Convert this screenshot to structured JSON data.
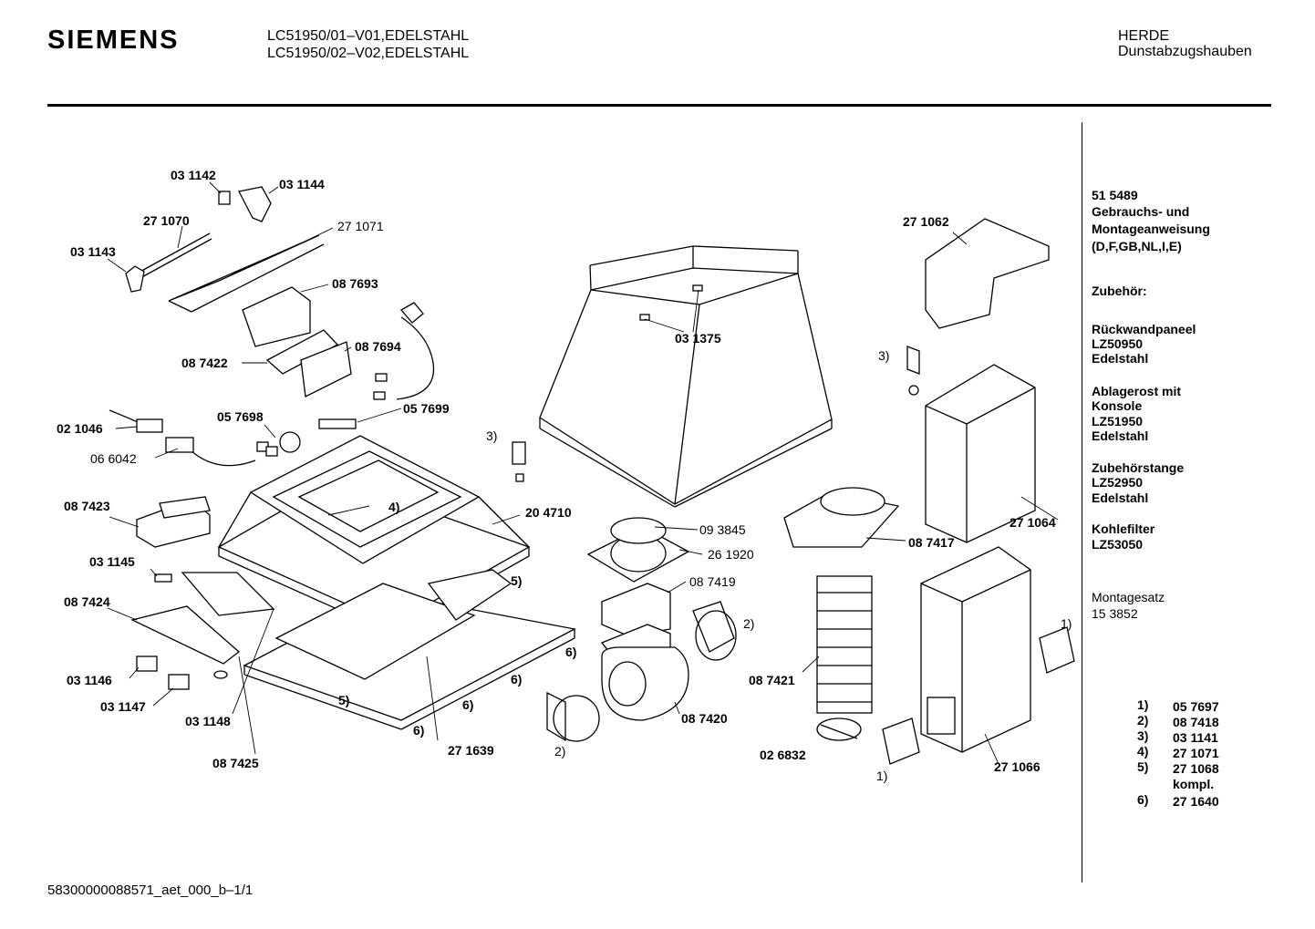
{
  "header": {
    "brand": "SIEMENS",
    "model_lines": [
      "LC51950/01–V01,EDELSTAHL",
      "LC51950/02–V02,EDELSTAHL"
    ],
    "category": "HERDE",
    "subcategory": "Dunstabzugshauben"
  },
  "sidebar": {
    "manual_number": "51 5489",
    "manual_title": [
      "Gebrauchs- und",
      "Montageanweisung"
    ],
    "manual_languages": "(D,F,GB,NL,I,E)",
    "accessories_heading": "Zubehör:",
    "accessories": [
      [
        "Rückwandpaneel",
        "LZ50950",
        "Edelstahl"
      ],
      [
        "Ablagerost mit",
        "Konsole",
        "LZ51950",
        "Edelstahl"
      ],
      [
        "Zubehörstange",
        "LZ52950",
        "Edelstahl"
      ],
      [
        "Kohlefilter",
        "LZ53050"
      ]
    ],
    "mounting_kit": [
      "Montagesatz",
      "15 3852"
    ],
    "legend": [
      {
        "n": "1)",
        "v": "05 7697"
      },
      {
        "n": "2)",
        "v": "08 7418"
      },
      {
        "n": "3)",
        "v": "03 1141"
      },
      {
        "n": "4)",
        "v": "27 1071"
      },
      {
        "n": "5)",
        "v": "27 1068"
      },
      {
        "n": "",
        "v": "kompl."
      },
      {
        "n": "6)",
        "v": "27 1640"
      }
    ]
  },
  "diagram_labels": {
    "l01": "03 1142",
    "l02": "03 1144",
    "l03": "27 1070",
    "l04": "27 1071",
    "l05": "03 1143",
    "l06": "08 7693",
    "l07": "08 7694",
    "l08": "08 7422",
    "l09": "05 7699",
    "l10": "02 1046",
    "l11": "05 7698",
    "l12": "06 6042",
    "l13": "08 7423",
    "l14": "4)",
    "l15": "20 4710",
    "l16": "3)",
    "l17": "03 1145",
    "l18": "08 7424",
    "l19": "5)",
    "l20": "03 1146",
    "l21": "03 1147",
    "l22": "03 1148",
    "l23": "5)",
    "l24": "6)",
    "l25": "6)",
    "l26": "6)",
    "l27": "6)",
    "l28": "27 1639",
    "l29": "08 7425",
    "l30": "03 1375",
    "l31": "09 3845",
    "l32": "26 1920",
    "l33": "08 7419",
    "l34": "2)",
    "l35": "2)",
    "l36": "08 7420",
    "l37": "27 1062",
    "l38": "3)",
    "l39": "27 1064",
    "l40": "08 7417",
    "l41": "08 7421",
    "l42": "02 6832",
    "l43": "1)",
    "l44": "1)",
    "l45": "27 1066"
  },
  "footer": {
    "doc_id": "58300000088571_aet_000_b–1/1"
  }
}
